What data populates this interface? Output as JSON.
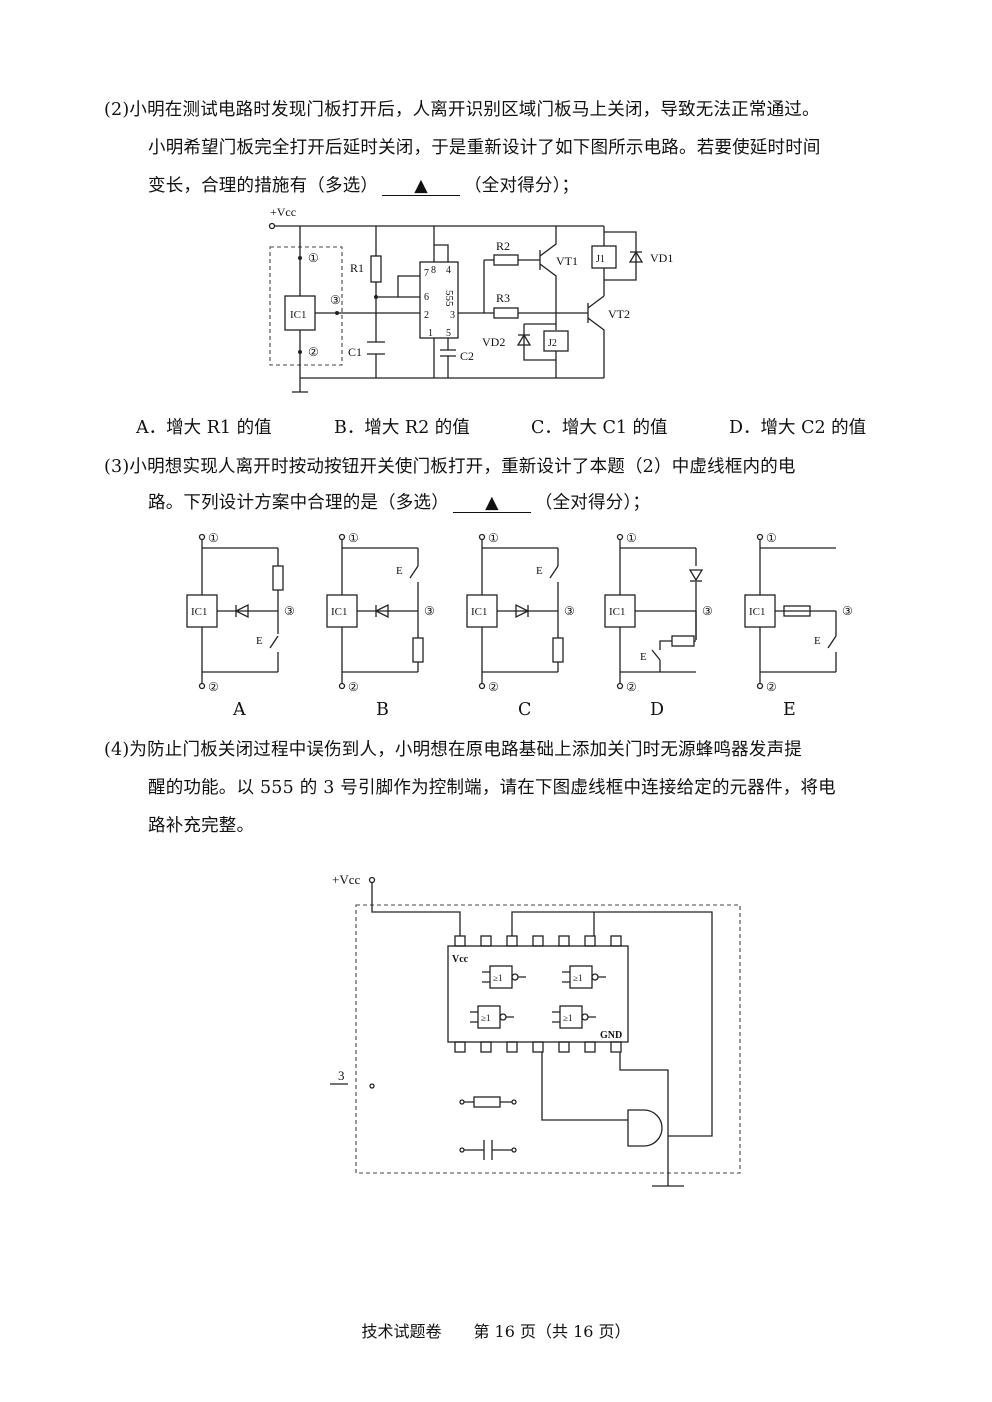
{
  "q2": {
    "line1": "(2)小明在测试电路时发现门板打开后，人离开识别区域门板马上关闭，导致无法正常通过。",
    "line2": "小明希望门板完全打开后延时关闭，于是重新设计了如下图所示电路。若要使延时时间",
    "line3_pre": "变长，合理的措施有（多选）",
    "blank": "▲",
    "line3_post": "（全对得分）；",
    "options": [
      "A．增大 R1 的值",
      "B．增大 R2 的值",
      "C．增大 C1 的值",
      "D．增大 C2 的值"
    ]
  },
  "q3": {
    "line1": "(3)小明想实现人离开时按动按钮开关使门板打开，重新设计了本题（2）中虚线框内的电",
    "line2_pre": "路。下列设计方案中合理的是（多选）",
    "blank": "▲",
    "line2_post": "（全对得分）；",
    "options": [
      "A",
      "B",
      "C",
      "D",
      "E"
    ]
  },
  "q4": {
    "line1": "(4)为防止门板关闭过程中误伤到人，小明想在原电路基础上添加关门时无源蜂鸣器发声提",
    "line2": "醒的功能。以 555 的 3 号引脚作为控制端，请在下图虚线框中连接给定的元器件，将电",
    "line3": "路补充完整。"
  },
  "circuit1": {
    "vcc": "+Vcc",
    "labels": [
      "R1",
      "R2",
      "R3",
      "VT1",
      "VT2",
      "J1",
      "J2",
      "VD1",
      "VD2",
      "C1",
      "C2",
      "IC1",
      "555"
    ],
    "pins": [
      "7",
      "8",
      "4",
      "6",
      "2",
      "3",
      "1",
      "5"
    ],
    "nodes": [
      "①",
      "②",
      "③"
    ]
  },
  "sub": {
    "ic": "IC1",
    "switch": "E",
    "nodes": [
      "①",
      "②",
      "③"
    ]
  },
  "circuit3": {
    "vcc": "+Vcc",
    "ic_vcc": "Vcc",
    "ic_gnd": "GND",
    "gate": "≥1",
    "input": "3"
  },
  "footer": {
    "title": "技术试题卷",
    "page": "第 16 页（共 16 页）"
  }
}
